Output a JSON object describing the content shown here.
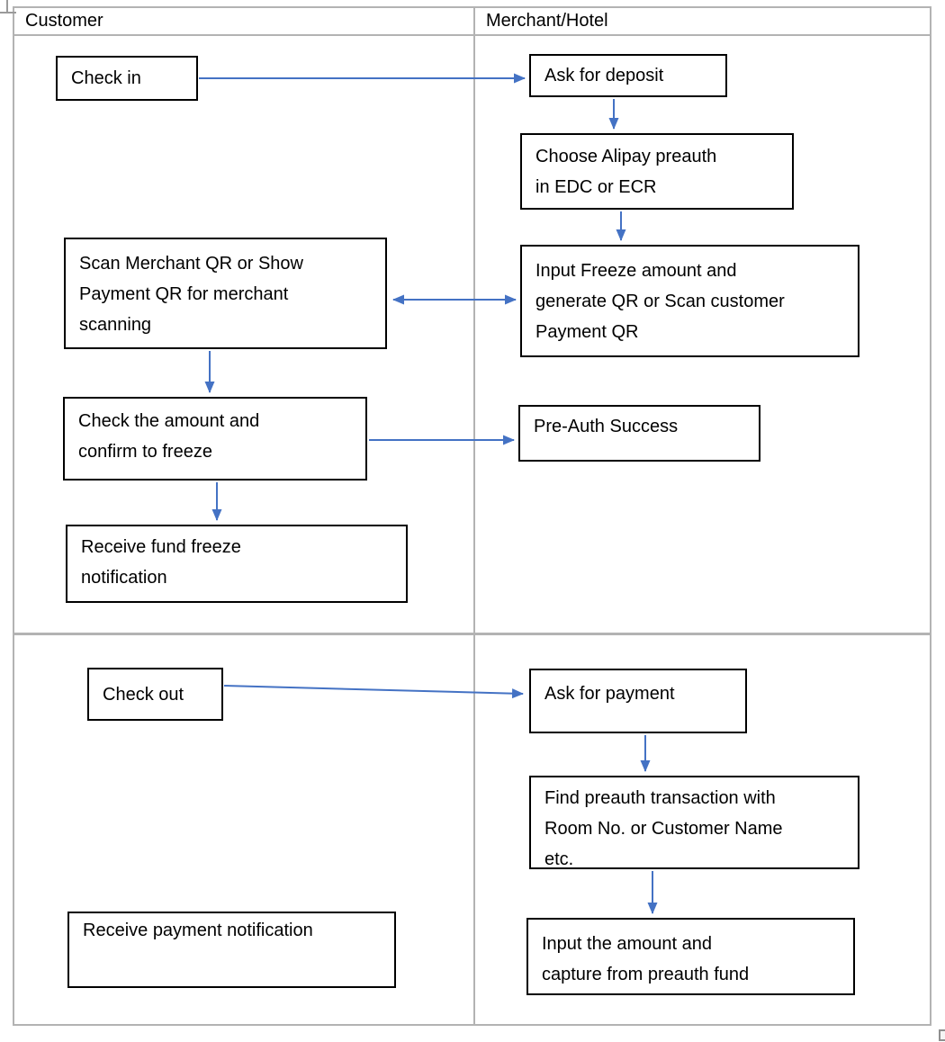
{
  "colors": {
    "arrow": "#4472C4",
    "box_border": "#000000",
    "table_border": "#b3b3b3"
  },
  "lanes": {
    "customer": "Customer",
    "merchant": "Merchant/Hotel"
  },
  "boxes": {
    "check_in": {
      "lines": [
        "Check in"
      ]
    },
    "ask_for_deposit": {
      "lines": [
        "Ask for deposit"
      ]
    },
    "choose_alipay": {
      "lines": [
        "Choose Alipay preauth",
        "in EDC or ECR"
      ]
    },
    "input_freeze": {
      "lines": [
        "Input Freeze amount and",
        "generate QR or Scan customer",
        "Payment QR"
      ]
    },
    "scan_merchant": {
      "lines": [
        "Scan Merchant QR or Show",
        "Payment QR for merchant",
        "scanning"
      ]
    },
    "check_amount": {
      "lines": [
        "Check the amount and",
        "confirm to freeze"
      ]
    },
    "preauth_success": {
      "lines": [
        "Pre-Auth Success"
      ]
    },
    "receive_freeze": {
      "lines": [
        "Receive fund freeze",
        "notification"
      ]
    },
    "check_out": {
      "lines": [
        "Check out"
      ]
    },
    "ask_for_payment": {
      "lines": [
        "Ask for payment"
      ]
    },
    "find_preauth": {
      "lines": [
        "Find preauth transaction with",
        "Room No. or Customer Name",
        "etc."
      ]
    },
    "receive_payment": {
      "lines": [
        "Receive payment notification"
      ]
    },
    "input_capture": {
      "lines": [
        "Input the amount and",
        "capture from preauth fund"
      ]
    }
  }
}
